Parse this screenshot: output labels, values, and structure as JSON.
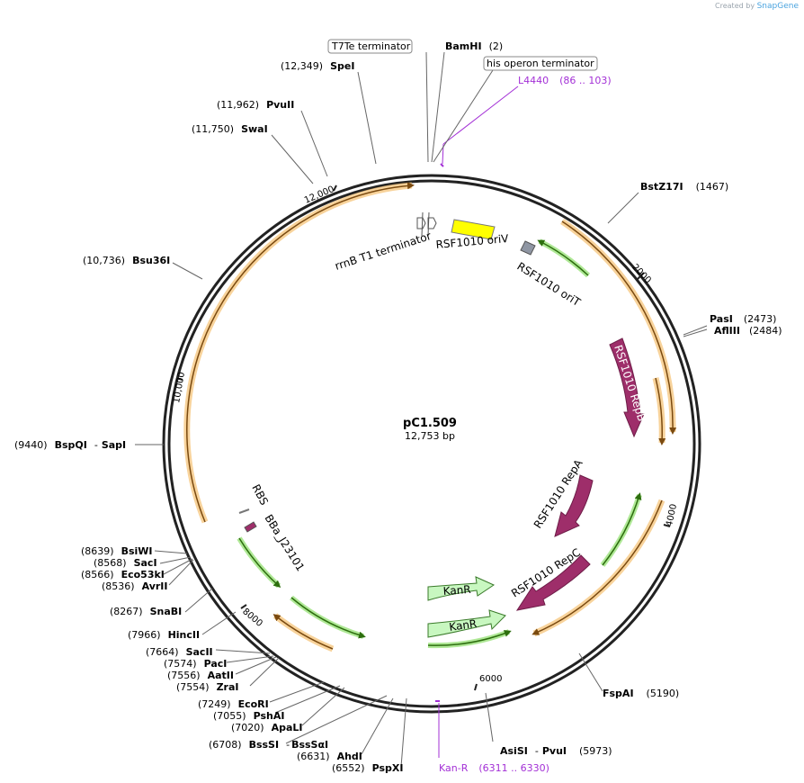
{
  "credit": {
    "prefix": "Created by",
    "brand": "SnapGene"
  },
  "plasmid": {
    "name": "pC1.509",
    "length_label": "12,753 bp",
    "length": 12753
  },
  "ticks": [
    "2000",
    "4000",
    "6000",
    "8000",
    "10,000",
    "12,000"
  ],
  "sites": {
    "bamhi": {
      "name": "BamHI",
      "pos": "(2)"
    },
    "spei": {
      "name": "SpeI",
      "pos": "(12,349)"
    },
    "pvuii": {
      "name": "PvuII",
      "pos": "(11,962)"
    },
    "swai": {
      "name": "SwaI",
      "pos": "(11,750)"
    },
    "bstz17i": {
      "name": "BstZ17I",
      "pos": "(1467)"
    },
    "pasi": {
      "name": "PasI",
      "pos": "(2473)"
    },
    "afliii": {
      "name": "AflIII",
      "pos": "(2484)"
    },
    "bsu36i": {
      "name": "Bsu36I",
      "pos": "(10,736)"
    },
    "bspqi": {
      "name": "BspQI",
      "sep": "-",
      "name2": "SapI",
      "pos": "(9440)"
    },
    "bsiwi": {
      "name": "BsiWI",
      "pos": "(8639)"
    },
    "saci": {
      "name": "SacI",
      "pos": "(8568)"
    },
    "eco53ki": {
      "name": "Eco53kI",
      "pos": "(8566)"
    },
    "avrii": {
      "name": "AvrII",
      "pos": "(8536)"
    },
    "snabi": {
      "name": "SnaBI",
      "pos": "(8267)"
    },
    "hincii": {
      "name": "HincII",
      "pos": "(7966)"
    },
    "sacii": {
      "name": "SacII",
      "pos": "(7664)"
    },
    "paci": {
      "name": "PacI",
      "pos": "(7574)"
    },
    "aatii": {
      "name": "AatII",
      "pos": "(7556)"
    },
    "zrai": {
      "name": "ZraI",
      "pos": "(7554)"
    },
    "ecori": {
      "name": "EcoRI",
      "pos": "(7249)"
    },
    "pshai": {
      "name": "PshAI",
      "pos": "(7055)"
    },
    "apali": {
      "name": "ApaLI",
      "pos": "(7020)"
    },
    "bsssi": {
      "name": "BssSI",
      "sep": "-",
      "name2": "BssSαI",
      "pos": "(6708)"
    },
    "ahdi": {
      "name": "AhdI",
      "pos": "(6631)"
    },
    "pspxi": {
      "name": "PspXI",
      "pos": "(6552)"
    },
    "fspai": {
      "name": "FspAI",
      "pos": "(5190)"
    },
    "asisi": {
      "name": "AsiSI",
      "sep": "-",
      "name2": "PvuI",
      "pos": "(5973)"
    }
  },
  "boxed_labels": {
    "t7te": "T7Te terminator",
    "his": "his operon terminator"
  },
  "primers": {
    "l4440": {
      "name": "L4440",
      "range": "(86 .. 103)"
    },
    "kanr": {
      "name": "Kan-R",
      "range": "(6311 .. 6330)"
    }
  },
  "features": {
    "rrnb": "rrnB T1 terminator",
    "oriv": "RSF1010 oriV",
    "orit": "RSF1010 oriT",
    "repb": "RSF1010 RepB",
    "repa": "RSF1010 RepA",
    "repc": "RSF1010 RepC",
    "kanr1": "KanR",
    "kanr2": "KanR",
    "rbs": "RBS",
    "bba": "BBa_J23101"
  },
  "colors": {
    "backbone": "#222222",
    "orf_orange": "#f5c47a",
    "orf_dark": "#7a4a10",
    "green": "#4caf1c",
    "green_fill": "#c8f7c0",
    "purple": "#9e2e6a",
    "yellow": "#ffff00",
    "primer": "#a330d6",
    "grey": "#8f96a3"
  }
}
